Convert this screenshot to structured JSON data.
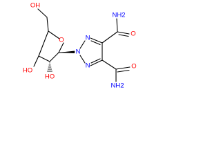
{
  "colors": {
    "bond": "#000000",
    "oxygen": "#ff0000",
    "nitrogen": "#0000ff",
    "background": "#ffffff"
  },
  "molecule": {
    "labels": {
      "o_top": "OH",
      "o_ring": "O",
      "oh_left": "HO",
      "oh_bottom": "HO",
      "n_top": "N",
      "n_mid": "N",
      "n_bottom": "N",
      "amide_top_n": "NH2",
      "amide_top_o": "O",
      "amide_bottom_n": "NH2",
      "amide_bottom_o": "O"
    }
  }
}
